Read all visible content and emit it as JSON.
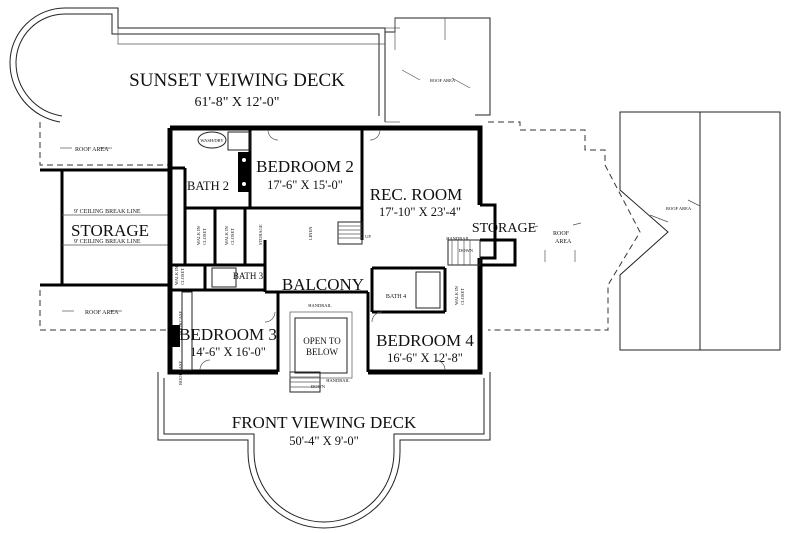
{
  "plan": {
    "sunset_deck": {
      "name": "SUNSET VEIWING DECK",
      "dims": "61'-8\" X 12'-0\""
    },
    "front_deck": {
      "name": "FRONT VIEWING DECK",
      "dims": "50'-4\" X 9'-0\""
    },
    "bedroom2": {
      "name": "BEDROOM 2",
      "dims": "17'-6\" X 15'-0\""
    },
    "bedroom3": {
      "name": "BEDROOM 3",
      "dims": "14'-6\" X 16'-0\""
    },
    "bedroom4": {
      "name": "BEDROOM 4",
      "dims": "16'-6\" X 12'-8\""
    },
    "rec_room": {
      "name": "REC. ROOM",
      "dims": "17'-10\" X 23'-4\""
    },
    "balcony": "BALCONY",
    "storage_left": "STORAGE",
    "storage_right": "STORAGE",
    "bath2": "BATH 2",
    "bath3": "BATH 3",
    "bath4": "BATH 4",
    "open_to_below": [
      "OPEN TO",
      "BELOW"
    ],
    "roof_area": "ROOF AREA",
    "roof_area_split": [
      "ROOF",
      "AREA"
    ],
    "ceiling_break_line": "9' CEILING BREAK LINE",
    "walk_in_closet": [
      "WALK IN",
      "CLOSET"
    ],
    "bookcase": "BOOKCASE",
    "linen": "LINEN",
    "storage_small": "STORAGE",
    "handrail": "HANDRAIL",
    "up": "UP",
    "down": "DOWN",
    "washer_dryer": "WASH/DRY"
  }
}
